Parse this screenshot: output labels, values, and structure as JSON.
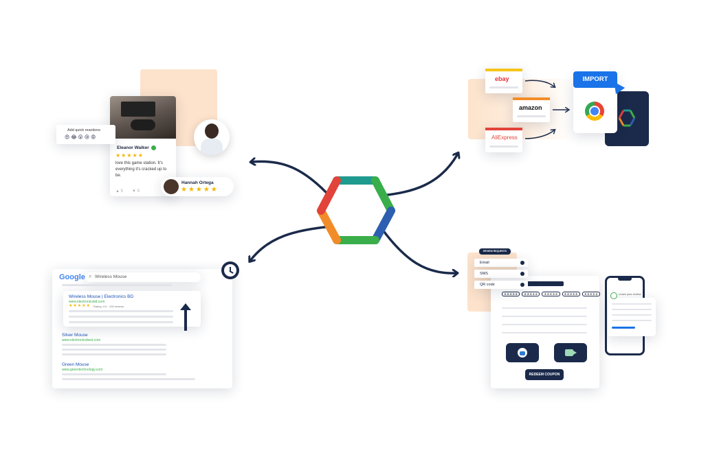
{
  "colors": {
    "navy": "#1b2a4a",
    "peach": "#fde3cc",
    "hex_teal": "#1f9a8f",
    "hex_green": "#3aae4a",
    "hex_blue": "#2d5fb0",
    "hex_red": "#e2443a",
    "hex_orange": "#f28c28",
    "star": "#f5b400",
    "import_blue": "#1a73e8"
  },
  "reviews": {
    "reactions_label": "Add quick reactions",
    "reactions": [
      "😍",
      "😂",
      "😮",
      "😢",
      "😡"
    ],
    "reviewer_name": "Eleanor Walker",
    "review_stars": "★★★★★",
    "review_text": "love this game station. It's everything it's cracked up to be.",
    "likes": "5",
    "dislikes": "0",
    "second_reviewer_name": "Hannah Ortega",
    "second_stars": "★★★★★"
  },
  "importer": {
    "sources": [
      "ebay",
      "amazon",
      "AliExpress"
    ],
    "import_label": "IMPORT"
  },
  "search": {
    "logo": "Google",
    "query": "Wireless Mouse",
    "results": [
      {
        "title": "Wireless Mouse | Electronics BD",
        "url": "www.electronicsbd.com",
        "rating_stars": "★★★★★",
        "rating_text": "Rating: 4.9 · 128 reviews"
      },
      {
        "title": "Silver Mouse",
        "url": "www.electronicsbest.com"
      },
      {
        "title": "Green Mouse",
        "url": "www.greentechnology.com"
      }
    ]
  },
  "requests": {
    "header": "REVIEW REQUESTS",
    "options": [
      "Email",
      "SMS",
      "QR code"
    ],
    "redeem_label": "REDEEM COUPON",
    "phone_label": "Leave your review"
  }
}
